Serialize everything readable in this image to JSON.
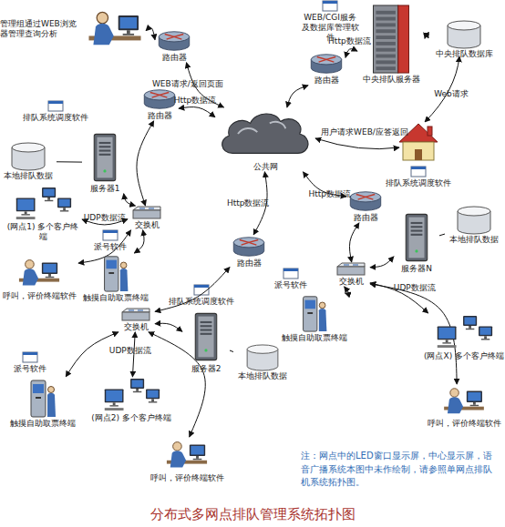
{
  "diagram": {
    "title": "分布式多网点排队管理系统拓扑图",
    "nodes": [
      {
        "text": [
          "管理组通过WEB浏览器管理查询分析"
        ]
      },
      {
        "text": [
          "路由器"
        ]
      },
      {
        "text": [
          "路由器"
        ]
      },
      {
        "text": [
          "中央排队服务器"
        ]
      },
      {
        "text": [
          "中央排队数据库"
        ]
      },
      {
        "text": [
          "路由器"
        ]
      },
      {
        "text": [
          "公共网"
        ]
      },
      {
        "text": [
          "本地排队数据"
        ]
      },
      {
        "text": [
          "服务器1"
        ]
      },
      {
        "text": [
          "交换机"
        ]
      },
      {
        "text": [
          "(网点1) 多个客户终端"
        ]
      },
      {
        "text": [
          "路由器"
        ]
      },
      {
        "text": [
          "服务器N"
        ]
      },
      {
        "text": [
          "本地排队数据"
        ]
      },
      {
        "text": [
          "触摸自助取票终端"
        ]
      },
      {
        "text": [
          "呼叫，评价终端软件"
        ]
      },
      {
        "text": [
          "路由器"
        ]
      },
      {
        "text": [
          "交换机"
        ]
      },
      {
        "text": [
          "触摸自助取票终端"
        ]
      },
      {
        "text": [
          "交换机"
        ]
      },
      {
        "text": [
          "服务器2"
        ]
      },
      {
        "text": [
          "本地排队数据"
        ]
      },
      {
        "text": [
          "(网点X) 多个客户终端"
        ]
      },
      {
        "text": [
          "触摸自助取票终端"
        ]
      },
      {
        "text": [
          "(网点2) 多个客户终端"
        ]
      },
      {
        "text": [
          "呼叫，评价终端软件"
        ]
      },
      {
        "text": [
          "呼叫，评价终端软件"
        ]
      }
    ],
    "edges": [
      {
        "from": 0,
        "to": 1,
        "arrow": "both"
      },
      {
        "from": 1,
        "to": 6,
        "label": "WEB请求/返回页面",
        "arrow": "both"
      },
      {
        "from": 2,
        "to": 3,
        "label": "Http数据流",
        "arrow": "both"
      },
      {
        "from": 2,
        "to": 6,
        "arrow": "both"
      },
      {
        "from": 3,
        "to": 4,
        "arrow": "both"
      },
      {
        "from": 5,
        "to": 6,
        "label": "Http数据流",
        "arrow": "both"
      },
      {
        "from": 5,
        "to": 9,
        "arrow": "both"
      },
      {
        "from": 8,
        "to": 9,
        "arrow": "both"
      },
      {
        "from": 8,
        "to": 7,
        "arrow": "none"
      },
      {
        "from": 9,
        "to": 10,
        "label": "UDP数据流",
        "arrow": "both"
      },
      {
        "from": 9,
        "to": 14,
        "arrow": "both"
      },
      {
        "from": 9,
        "to": 15,
        "arrow": "both"
      },
      {
        "from": 6,
        "to": 16,
        "label": "Http数据流",
        "arrow": "both"
      },
      {
        "from": 16,
        "to": 19,
        "arrow": "both"
      },
      {
        "from": 6,
        "to": 11,
        "label": "Http数据流",
        "arrow": "both"
      },
      {
        "from": 11,
        "to": 17,
        "arrow": "both"
      },
      {
        "from": 17,
        "to": 12,
        "arrow": "both"
      },
      {
        "from": 12,
        "to": 13,
        "arrow": "none"
      },
      {
        "from": 17,
        "to": 18,
        "arrow": "both"
      },
      {
        "from": 17,
        "to": 22,
        "label": "UDP数据流",
        "arrow": "both"
      },
      {
        "from": 17,
        "to": 25,
        "arrow": "both"
      },
      {
        "from": 19,
        "to": 20,
        "arrow": "both"
      },
      {
        "from": 20,
        "to": 21,
        "arrow": "none"
      },
      {
        "from": 19,
        "to": 23,
        "arrow": "both"
      },
      {
        "from": 19,
        "to": 24,
        "label": "UDP数据流",
        "arrow": "both"
      },
      {
        "from": 19,
        "to": 26,
        "arrow": "both"
      }
    ],
    "labels": [
      "WEB/CGI服务及数据库管理软件",
      "用户请求WEB/应答返回",
      "Web请求",
      "排队系统调度软件",
      "排队系统调度软件",
      "排队系统调度软件",
      "派号软件",
      "派号软件",
      "派号软件",
      "注：网点中的LED窗口显示屏，中心显示屏，语音广播系统本图中未作绘制，请参照单网点排队机系统拓扑图。"
    ]
  }
}
